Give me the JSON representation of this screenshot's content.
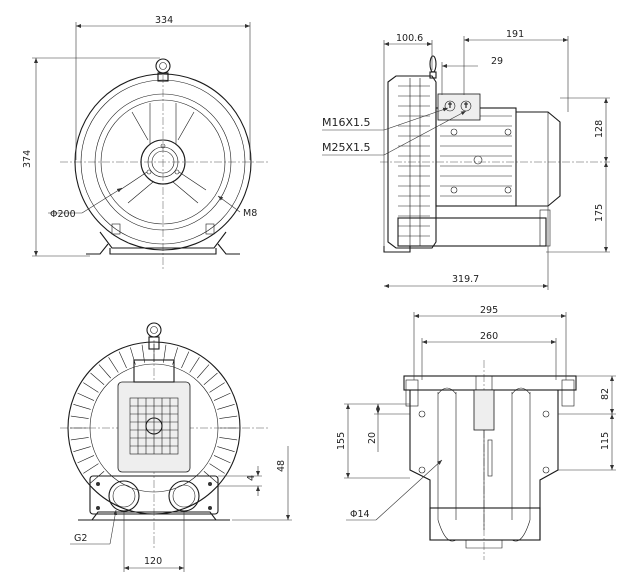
{
  "dimensions": {
    "width_334": "334",
    "height_374": "374",
    "dia_200": "Φ200",
    "m8": "M8",
    "d_100_6": "100.6",
    "d_191": "191",
    "d_29": "29",
    "m16": "M16X1.5",
    "m25": "M25X1.5",
    "d_128": "128",
    "d_175": "175",
    "d_319_7": "319.7",
    "d_295": "295",
    "d_260": "260",
    "d_82": "82",
    "d_115": "115",
    "d_155": "155",
    "d_20": "20",
    "dia_14": "Φ14",
    "d_4": "4",
    "d_48": "48",
    "g2": "G2",
    "d_120": "120"
  }
}
